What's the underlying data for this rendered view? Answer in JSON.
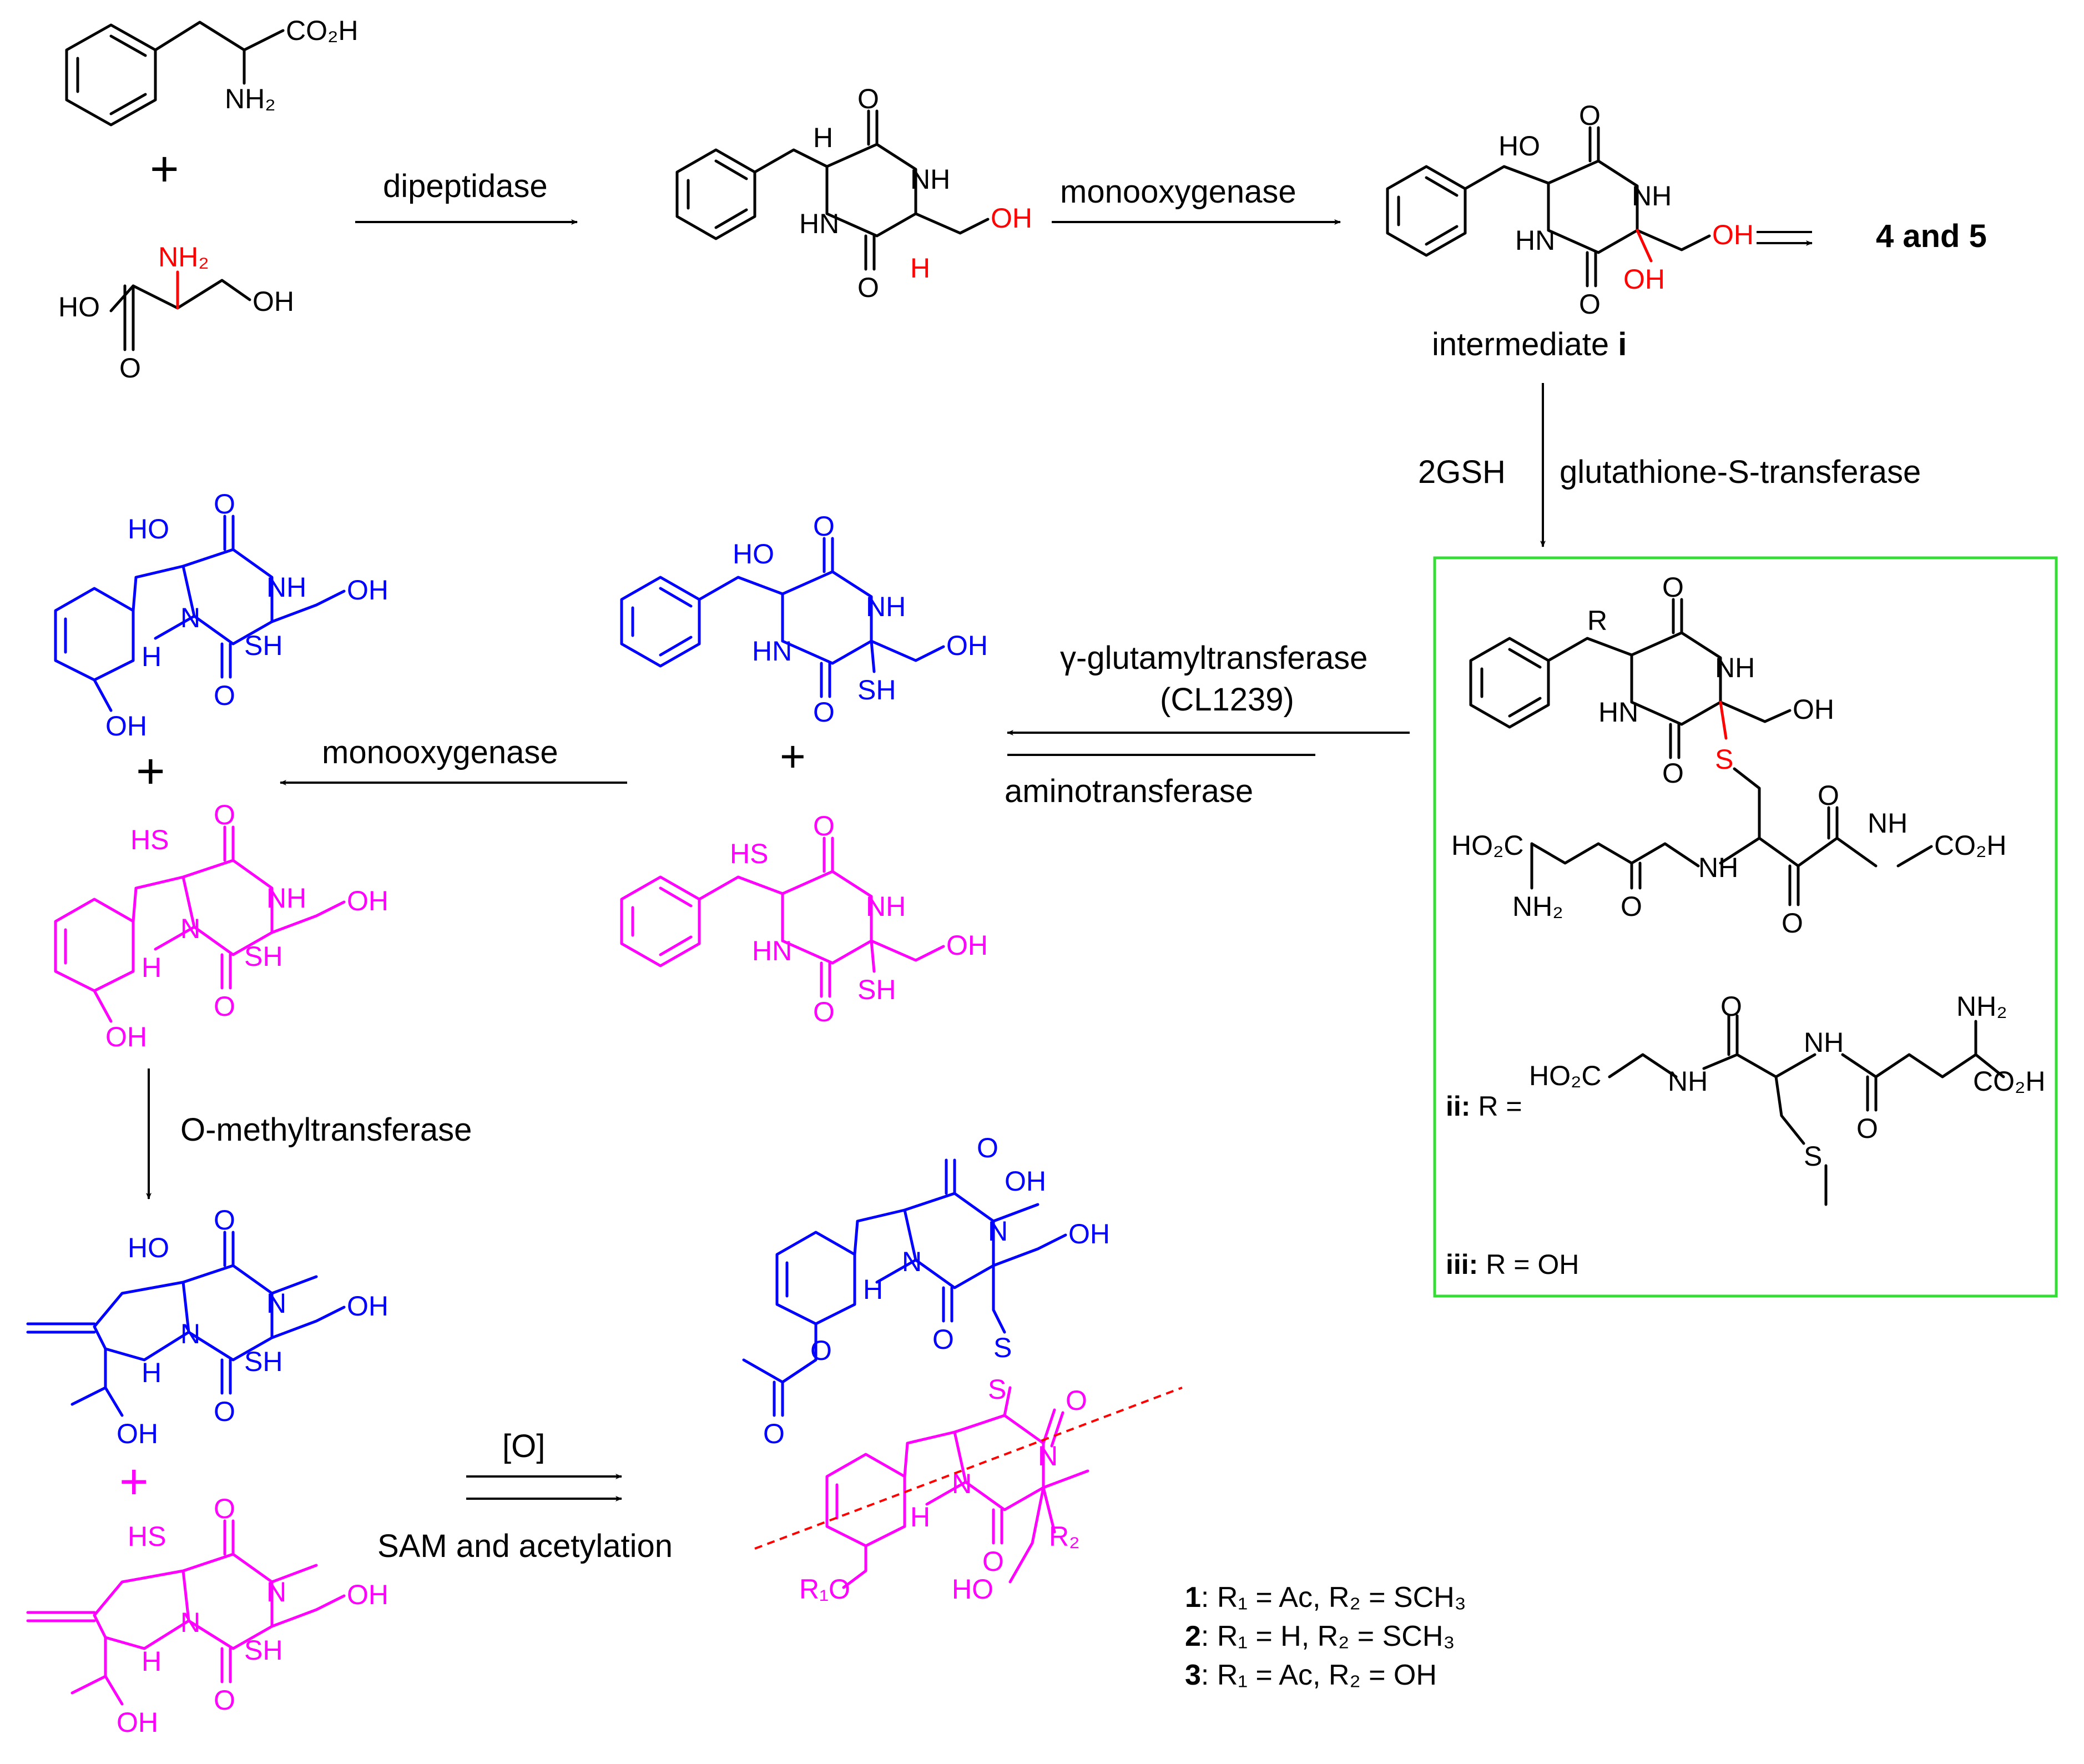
{
  "colors": {
    "black": "#000000",
    "red": "#ff0000",
    "blue": "#0000ff",
    "magenta": "#ff00ff",
    "box": "#33dd33",
    "cut_line": "#ff0000"
  },
  "labels": {
    "dipeptidase": "dipeptidase",
    "monooxygenase_top": "monooxygenase",
    "intermediate_word": "intermediate",
    "intermediate_id": "i",
    "products_4_5": "4 and 5",
    "two_gsh": "2GSH",
    "gst": "glutathione-S-transferase",
    "ggt": "γ-glutamyltransferase",
    "cl1239": "(CL1239)",
    "aminotransferase": "aminotransferase",
    "monooxygenase_mid": "monooxygenase",
    "omt": "O-methyltransferase",
    "oxidant": "[O]",
    "sam": "SAM and acetylation",
    "plus": "+"
  },
  "atoms": {
    "CO2H": "CO₂H",
    "HO2C": "HO₂C",
    "NH2": "NH₂",
    "NH": "NH",
    "HN": "HN",
    "N": "N",
    "O": "O",
    "OH": "OH",
    "HO": "HO",
    "H": "H",
    "SH": "SH",
    "HS": "HS",
    "S": "S",
    "R": "R",
    "R2": "R₂",
    "R1O": "R₁O"
  },
  "box_legend": {
    "ii_id": "ii:",
    "ii_text": "R =",
    "iii_id": "iii:",
    "iii_text": "R = OH"
  },
  "compounds": [
    {
      "id": "1",
      "text": ": R₁ = Ac, R₂ = SCH₃"
    },
    {
      "id": "2",
      "text": ": R₁ = H, R₂ = SCH₃"
    },
    {
      "id": "3",
      "text": ": R₁ = Ac, R₂ = OH"
    }
  ]
}
